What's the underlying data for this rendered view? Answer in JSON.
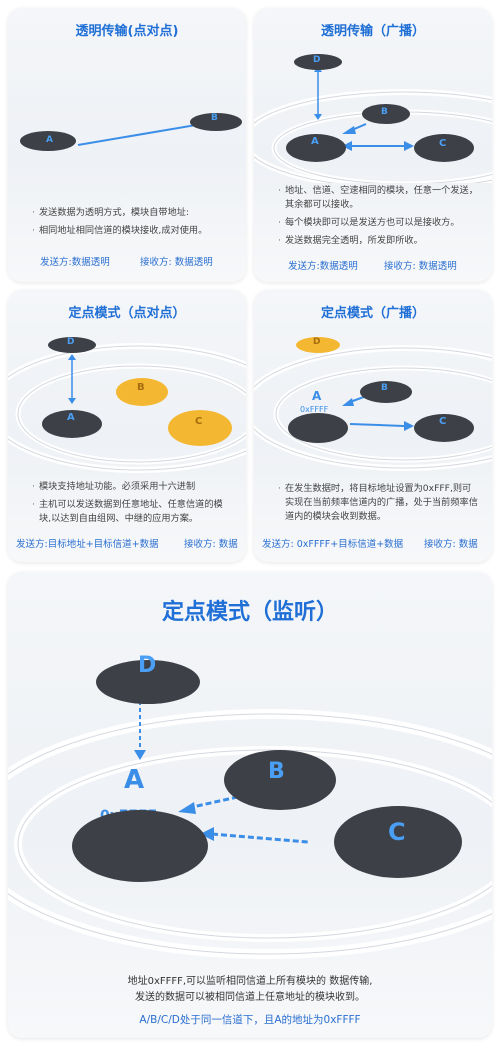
{
  "panels": [
    {
      "title": "透明传输(点对点)",
      "nodes": [
        "A",
        "B"
      ],
      "bullets": [
        "发送数据为透明方式，模块自带地址:",
        "相同地址相同信道的模块接收,成对使用。"
      ],
      "sender": "发送方:数据透明",
      "receiver": "接收方: 数据透明"
    },
    {
      "title": "透明传输（广播）",
      "nodes": [
        "D",
        "B",
        "A",
        "C"
      ],
      "bullets": [
        "地址、信道、空速相同的模块，任意一个发送，其余都可以接收。",
        "每个模块即可以是发送方也可以是接收方。",
        "发送数据完全透明，所发即所收。"
      ],
      "sender": "发送方:数据透明",
      "receiver": "接收方: 数据透明"
    },
    {
      "title": "定点模式（点对点）",
      "nodes": [
        "D",
        "B",
        "A",
        "C"
      ],
      "bullets": [
        "模块支持地址功能。必须采用十六进制",
        "主机可以发送数据到任意地址、任意信道的模块,以达到自由组网、中继的应用方案。"
      ],
      "sender": "发送方:目标地址+目标信道+数据",
      "receiver": "接收方: 数据"
    },
    {
      "title": "定点模式（广播）",
      "nodes": [
        "D",
        "A",
        "B",
        "C"
      ],
      "addr": "0xFFFF",
      "bullets": [
        "在发生数据时，将目标地址设置为0xFFF,则可实现在当前频率信道内的广播，处于当前频率信道内的模块会收到数据。"
      ],
      "sender": "发送方: 0xFFFF+目标信道+数据",
      "receiver": "接收方: 数据"
    }
  ],
  "listen": {
    "title": "定点模式（监听）",
    "nodes": [
      "D",
      "A",
      "B",
      "C"
    ],
    "addr": "0xFFFF",
    "lines": [
      "地址0xFFFF,可以监听相同信道上所有模块的 数据传输,",
      "发送的数据可以被相同信道上任意地址的模块收到。"
    ],
    "footer": "A/B/C/D处于同一信道下，且A的地址为0xFFFF"
  },
  "colors": {
    "title": "#1f6fd6",
    "arrow": "#3b8ee8",
    "disk": "#3d4046",
    "highlight": "#f4b731",
    "ring": "#d4d8de"
  }
}
